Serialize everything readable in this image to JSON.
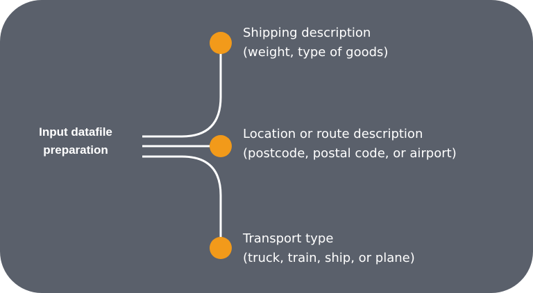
{
  "source": {
    "line1": "Input datafile",
    "line2": "preparation"
  },
  "items": [
    {
      "title": "Shipping description",
      "detail": "(weight, type of goods)"
    },
    {
      "title": "Location or route description",
      "detail": "(postcode, postal code, or airport)"
    },
    {
      "title": "Transport type",
      "detail": "(truck, train, ship, or plane)"
    }
  ],
  "colors": {
    "panel": "#5a606b",
    "node": "#f29a1a",
    "line": "#ffffff",
    "text": "#ffffff"
  }
}
